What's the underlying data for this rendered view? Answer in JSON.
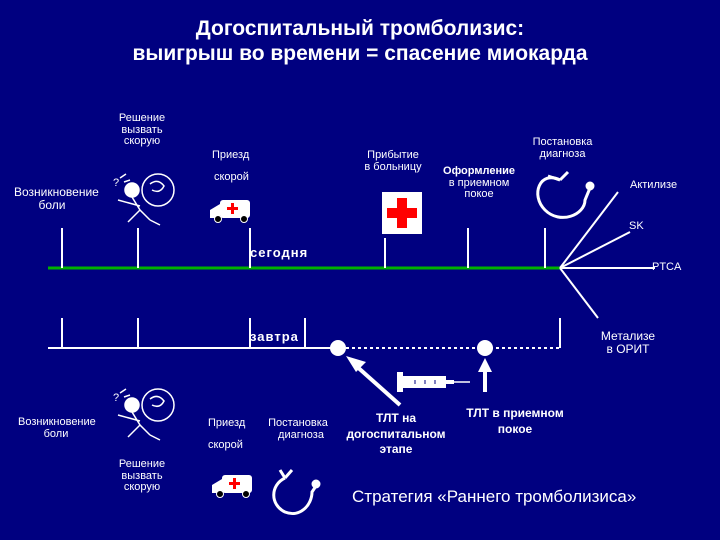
{
  "title": {
    "line1": "Догоспитальный тромболизис:",
    "line2": "выигрыш во времени = спасение миокарда"
  },
  "top": {
    "decision_call": [
      "Решение",
      "вызвать",
      "скорую"
    ],
    "pain_onset": [
      "Возникновение",
      "боли"
    ],
    "arrival_ambulance": [
      "Приезд",
      "скорой"
    ],
    "arrival_hospital": [
      "Прибытие",
      "в больницу"
    ],
    "registration": [
      "Оформление",
      "в приемном",
      "покое"
    ],
    "diagnosis": [
      "Постановка",
      "диагноза"
    ],
    "activase": "Актилизе",
    "sk": "SK",
    "ptca": "PTCA",
    "today": "сегодня"
  },
  "bottom": {
    "tomorrow": "завтра",
    "metalyse": [
      "Метализе",
      "в ОРИТ"
    ],
    "pain_onset": [
      "Возникновение",
      "боли"
    ],
    "decision_call": [
      "Решение",
      "вызвать",
      "скорую"
    ],
    "arrival": "Приезд",
    "ambulance": "скорой",
    "diagnosis": [
      "Постановка",
      "диагноза"
    ],
    "tlt_prehospital": [
      "ТЛТ на",
      "догоспитальном",
      "этапе"
    ],
    "tlt_er": [
      "ТЛТ в приемном",
      "покое"
    ],
    "strategy": "Стратегия «Раннего тромболизиса»"
  },
  "colors": {
    "background": "#000080",
    "today_line": "#00b000",
    "cross": "#ff0000",
    "text": "#ffffff"
  }
}
